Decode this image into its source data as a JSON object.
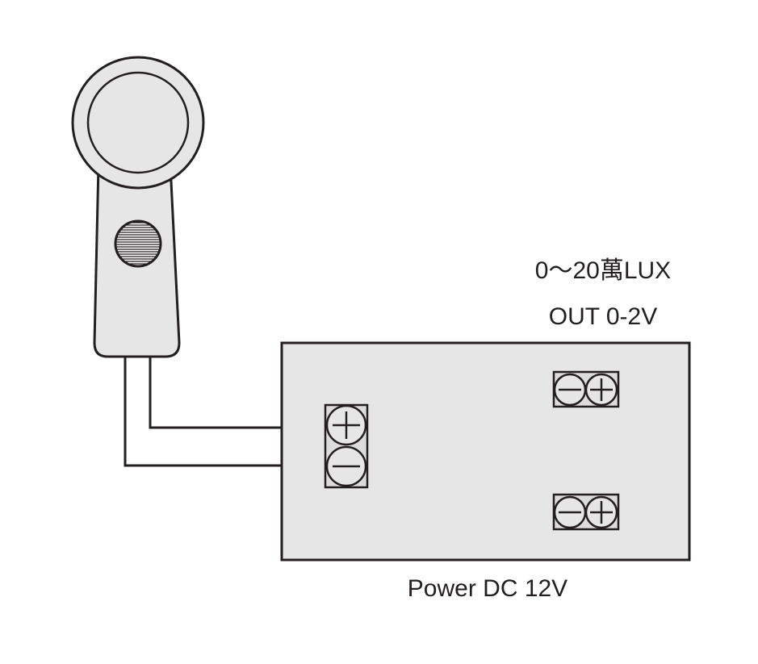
{
  "labels": {
    "range": "0～20萬LUX",
    "output": "OUT 0-2V",
    "power": "Power DC 12V"
  },
  "colors": {
    "line": "#231f20",
    "sensor_fill": "#e6e6e6",
    "box_fill": "#e6e6e6",
    "terminal_fill": "#dcdcdc",
    "background": "#ffffff"
  },
  "icons": {
    "plus": "plus-icon",
    "minus": "minus-icon"
  }
}
